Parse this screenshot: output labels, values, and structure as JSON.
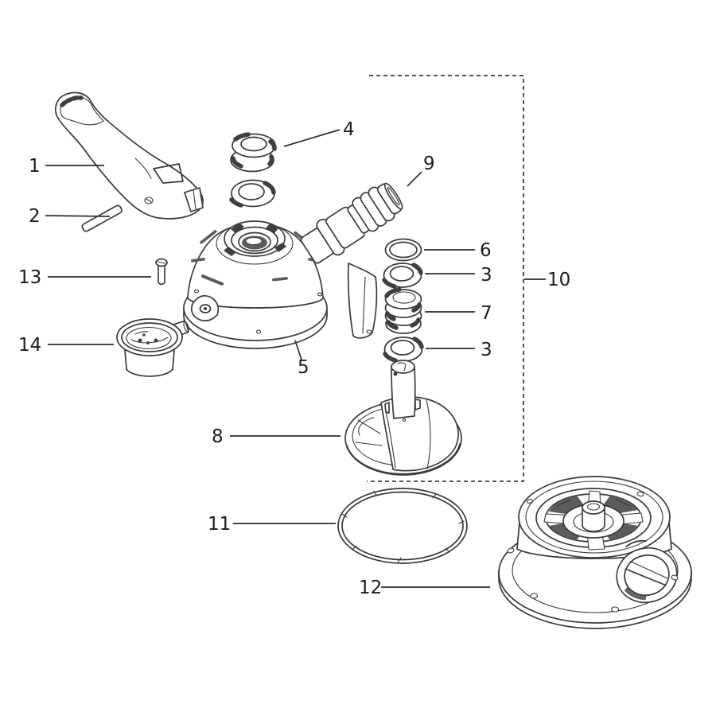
{
  "figure": {
    "kind": "exploded-parts-diagram",
    "palette": {
      "background": "#ffffff",
      "line": "#3a3a3a",
      "shading": "#4f4f4f",
      "label": "#1d1d1d"
    }
  },
  "callouts": {
    "c1": "1",
    "c2": "2",
    "c3a": "3",
    "c3b": "3",
    "c4": "4",
    "c5": "5",
    "c6": "6",
    "c7": "7",
    "c8": "8",
    "c9": "9",
    "c10": "10",
    "c11": "11",
    "c12": "12",
    "c13": "13",
    "c14": "14"
  }
}
